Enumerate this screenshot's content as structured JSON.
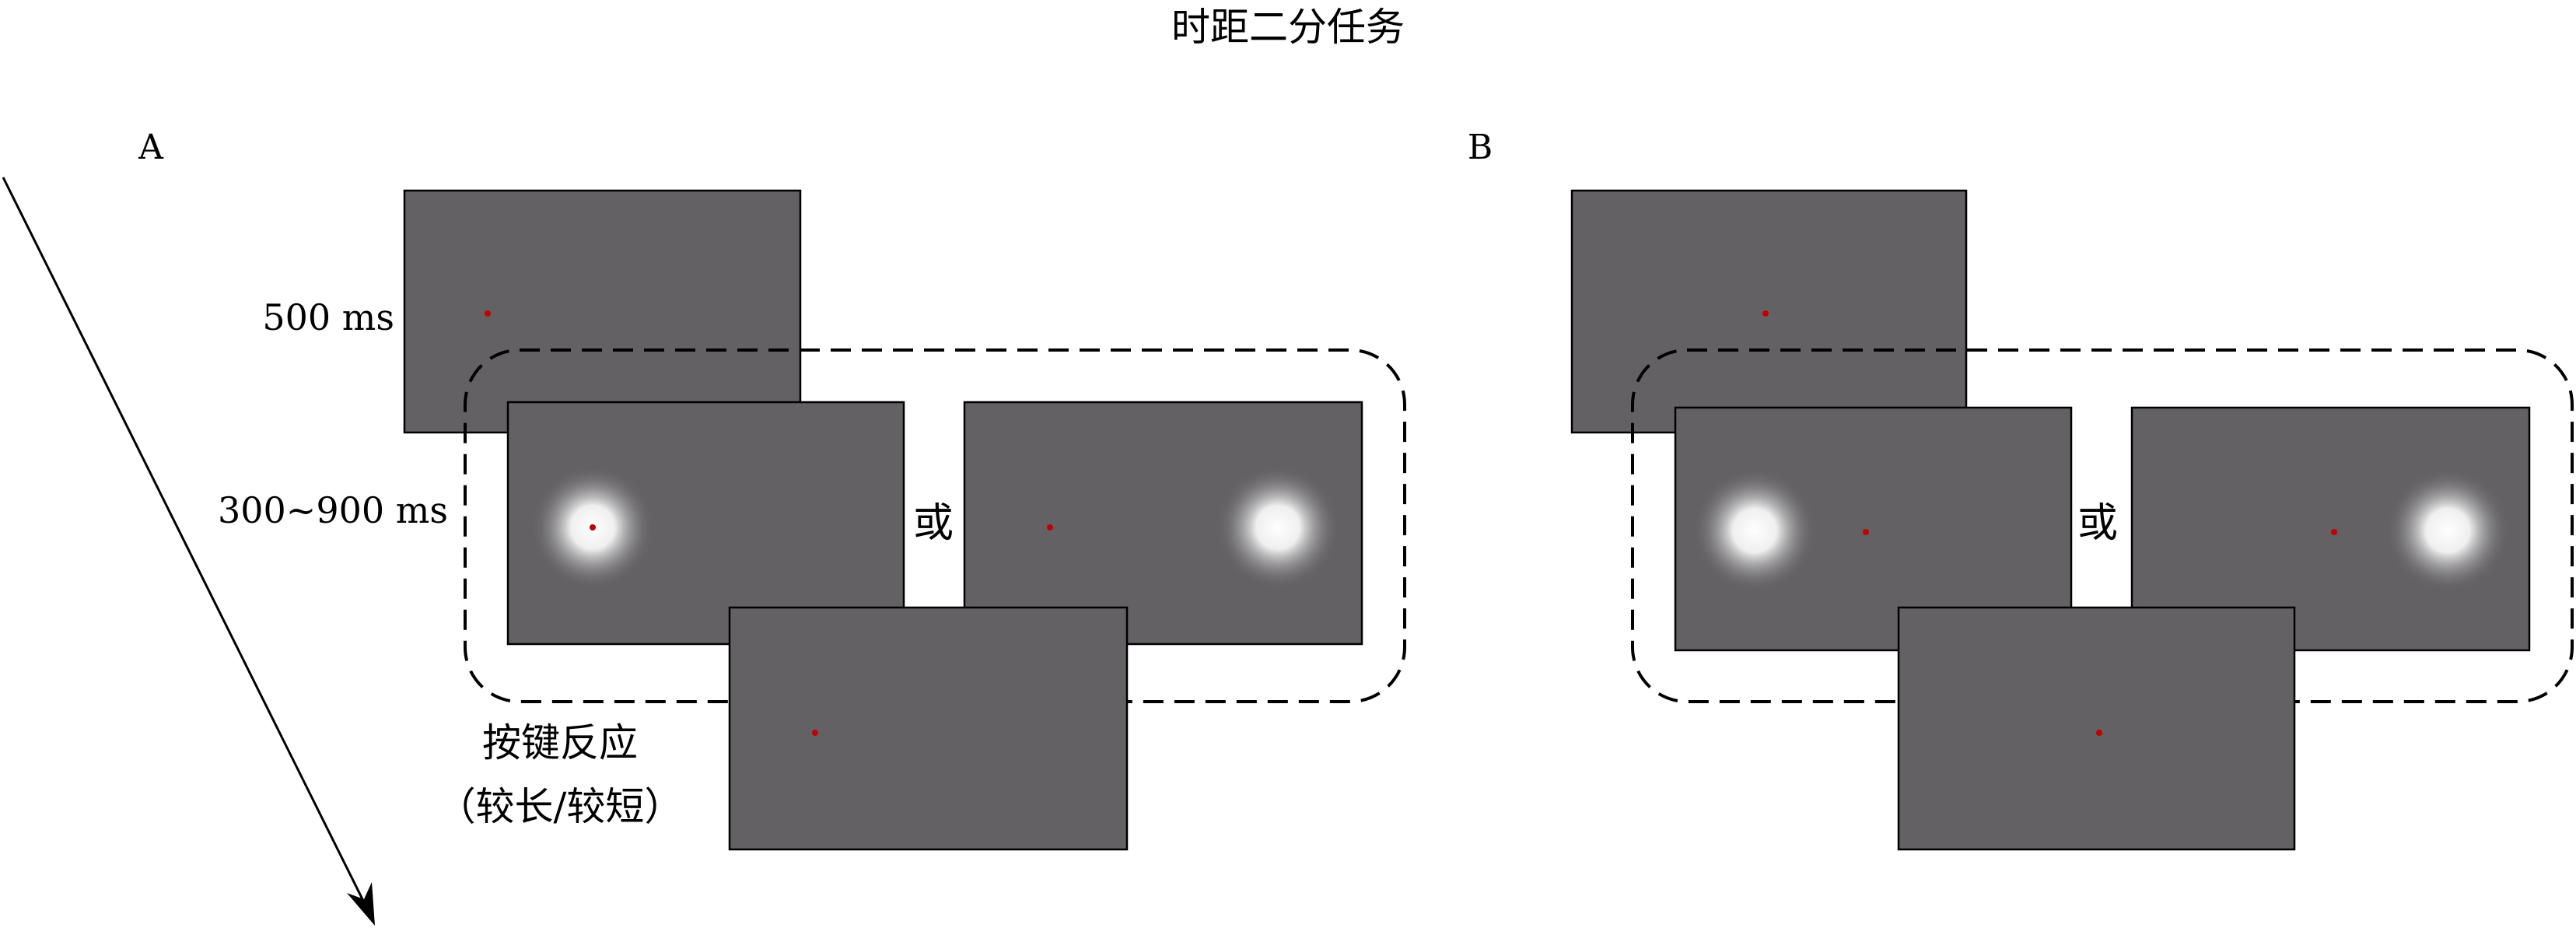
{
  "title": "时距二分任务",
  "panels": {
    "A": {
      "label": "A",
      "fixation_duration": "500 ms",
      "stimulus_duration": "300~900 ms",
      "or": "或",
      "response_line1": "按键反应",
      "response_line2": "（较长/较短）"
    },
    "B": {
      "label": "B",
      "or": "或"
    }
  },
  "colors": {
    "screen": "#636164",
    "fixation": "#c00000",
    "stimulus": "#ffffff"
  }
}
